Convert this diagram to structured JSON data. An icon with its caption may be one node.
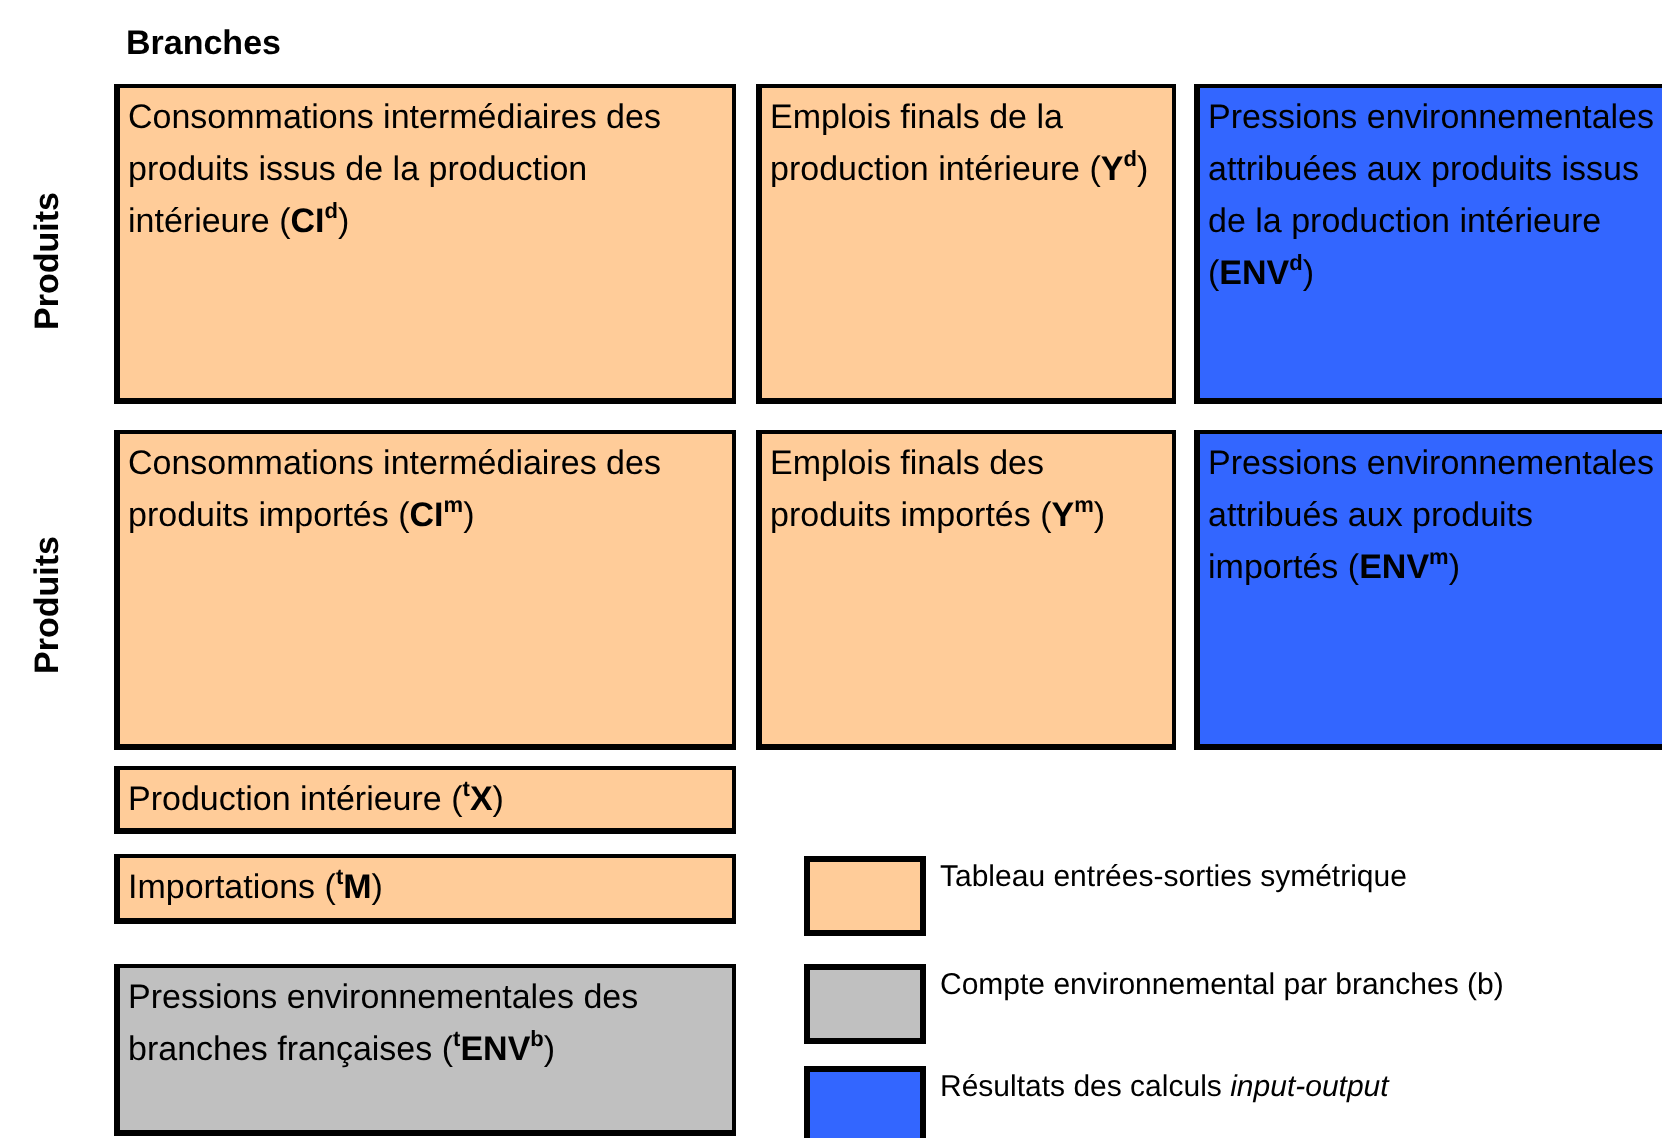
{
  "diagram": {
    "nodes": [
      {
        "text": [
          "Consommations intermédiaires des produits issus de la production intérieure (**CI**$^{d}$)"
        ]
      },
      {
        "text": [
          "Emplois finals de la production intérieure (**Y**$^{d}$)"
        ]
      },
      {
        "text": [
          "Pressions environnementales attribuées aux produits issus de la production intérieure (**ENV**$^{d}$)"
        ]
      },
      {
        "text": [
          "Consommations intermédiaires des produits importés (**CI**$^{m}$)"
        ]
      },
      {
        "text": [
          "Emplois finals des produits importés (**Y**$^{m}$)"
        ]
      },
      {
        "text": [
          "Pressions environnementales attribués aux produits importés (**ENV**$^{m}$)"
        ]
      },
      {
        "text": [
          "Production intérieure ($^{t}$**X**)"
        ]
      },
      {
        "text": [
          "Importations ($^{t}$**M**)"
        ]
      },
      {
        "text": [
          "Pressions environnementales des branches françaises ($^{t}$**ENV**$^{b}$)"
        ]
      }
    ],
    "labels": [
      "Branches",
      "Produits",
      "Produits"
    ],
    "legend": [
      {
        "text": "Tableau entrées-sorties symétrique",
        "color": "#ffcc99"
      },
      {
        "text": "Compte environnemental par branches (b)",
        "color": "#c0c0c0"
      },
      {
        "text": "Résultats des calculs *input-output*",
        "color": "#3366ff"
      }
    ]
  }
}
